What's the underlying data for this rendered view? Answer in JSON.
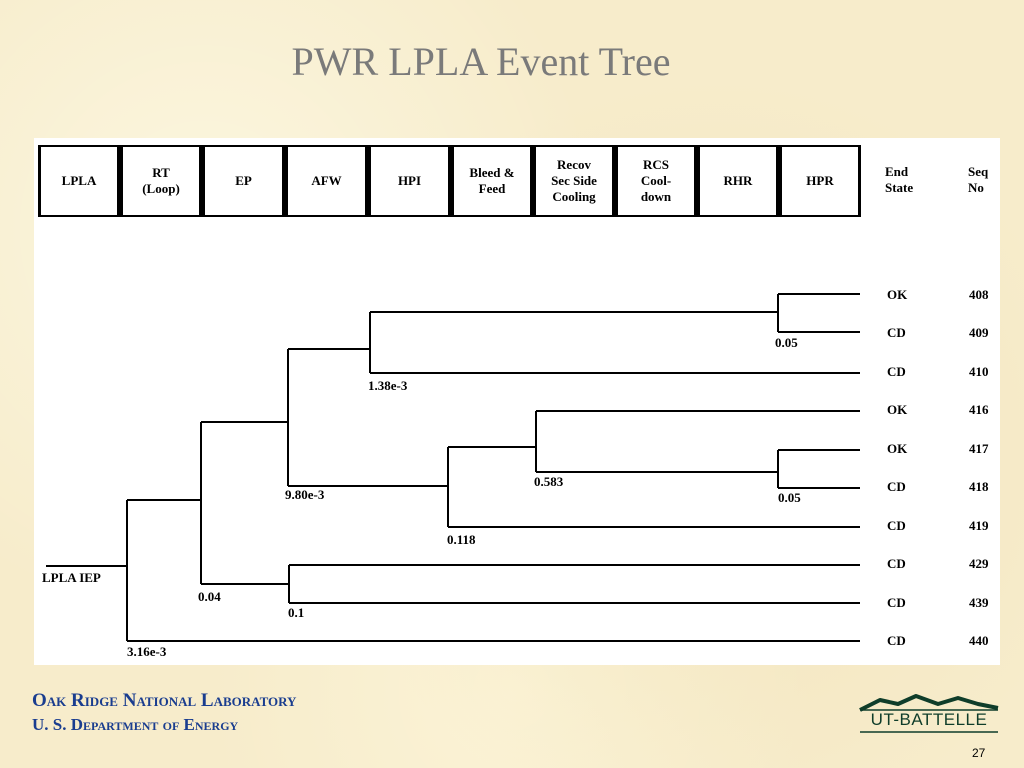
{
  "slide": {
    "title": "PWR LPLA Event Tree",
    "page_number": "27"
  },
  "header": {
    "columns": [
      "LPLA",
      "RT\n(Loop)",
      "EP",
      "AFW",
      "HPI",
      "Bleed &\nFeed",
      "Recov\nSec Side\nCooling",
      "RCS\nCool-\ndown",
      "RHR",
      "HPR"
    ],
    "end_state_label": "End\nState",
    "seq_no_label": "Seq\nNo"
  },
  "tree": {
    "initiator_label": "LPLA IEP",
    "branch_probabilities": [
      "3.16e-3",
      "0.04",
      "9.80e-3",
      "1.38e-3",
      "0.05",
      "0.118",
      "0.583",
      "0.05",
      "0.1"
    ],
    "sequences": [
      {
        "end_state": "OK",
        "seq_no": "408"
      },
      {
        "end_state": "CD",
        "seq_no": "409"
      },
      {
        "end_state": "CD",
        "seq_no": "410"
      },
      {
        "end_state": "OK",
        "seq_no": "416"
      },
      {
        "end_state": "OK",
        "seq_no": "417"
      },
      {
        "end_state": "CD",
        "seq_no": "418"
      },
      {
        "end_state": "CD",
        "seq_no": "419"
      },
      {
        "end_state": "CD",
        "seq_no": "429"
      },
      {
        "end_state": "CD",
        "seq_no": "439"
      },
      {
        "end_state": "CD",
        "seq_no": "440"
      }
    ]
  },
  "footer": {
    "org_line1": "Oak Ridge National Laboratory",
    "org_line2": "U. S. Department of Energy",
    "logo_text": "UT-BATTELLE"
  },
  "colors": {
    "title": "#7a7a7a",
    "footer_text": "#1a3d8f",
    "logo": "#0f3d2a",
    "background": "#f7eccb"
  }
}
